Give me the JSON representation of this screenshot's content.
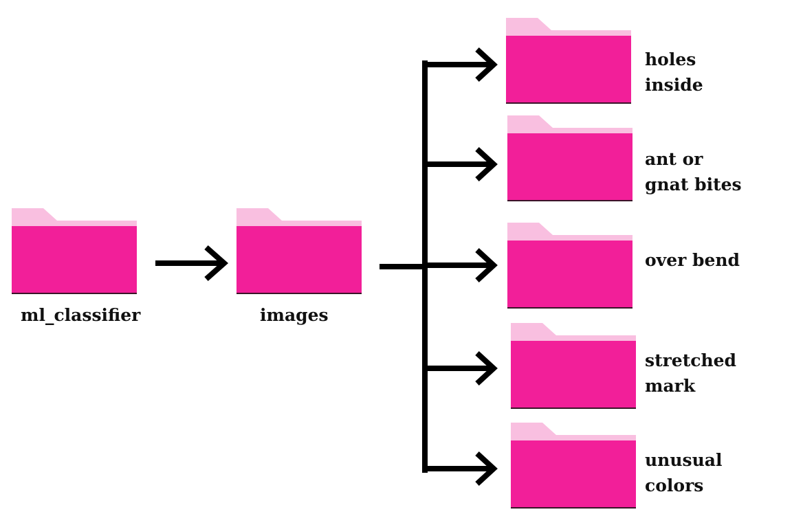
{
  "colors": {
    "folder_body": "#f21f99",
    "folder_tab": "#f9bfe0",
    "folder_shadow": "#3a1428",
    "arrow": "#000000"
  },
  "root_folder": {
    "icon": "folder-icon",
    "label": "ml_classifier"
  },
  "images_folder": {
    "icon": "folder-icon",
    "label": "images"
  },
  "categories": [
    {
      "icon": "folder-icon",
      "lines": [
        "holes",
        "inside"
      ]
    },
    {
      "icon": "folder-icon",
      "lines": [
        "ant or",
        "gnat bites"
      ]
    },
    {
      "icon": "folder-icon",
      "lines": [
        "over bend"
      ]
    },
    {
      "icon": "folder-icon",
      "lines": [
        "stretched",
        "mark"
      ]
    },
    {
      "icon": "folder-icon",
      "lines": [
        "unusual",
        "colors"
      ]
    }
  ]
}
